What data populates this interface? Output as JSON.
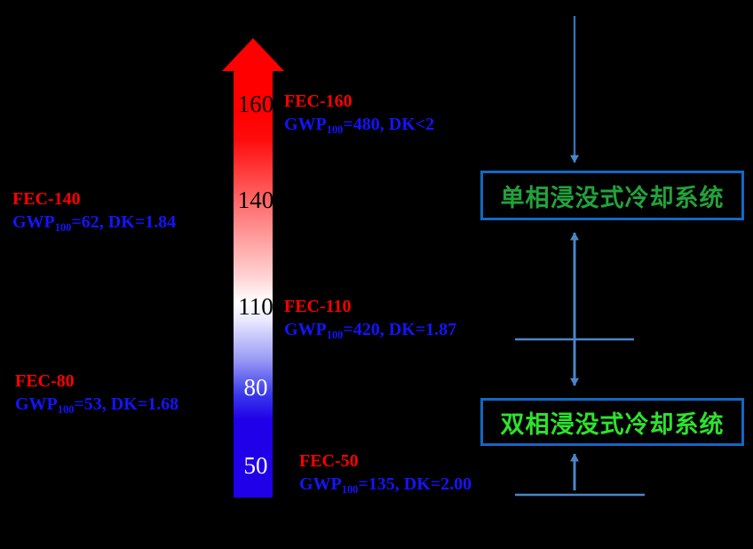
{
  "colorbar": {
    "orientation": "up-arrow",
    "top_color": "#FF0000",
    "mid_color": "#FFFFFF",
    "bottom_color": "#2000E8",
    "ticks": [
      {
        "value": "160",
        "tone": "dark"
      },
      {
        "value": "140",
        "tone": "dark"
      },
      {
        "value": "110",
        "tone": "dark"
      },
      {
        "value": "80",
        "tone": "light"
      },
      {
        "value": "50",
        "tone": "light"
      }
    ]
  },
  "annotations": [
    {
      "name": "fec-160",
      "title": "FEC-160",
      "detail_prefix": "GWP",
      "detail_sub": "100",
      "detail_suffix": "=480, DK<2"
    },
    {
      "name": "fec-140",
      "title": "FEC-140",
      "detail_prefix": "GWP",
      "detail_sub": "100",
      "detail_suffix": "=62, DK=1.84"
    },
    {
      "name": "fec-110",
      "title": "FEC-110",
      "detail_prefix": "GWP",
      "detail_sub": "100",
      "detail_suffix": "=420, DK=1.87"
    },
    {
      "name": "fec-80",
      "title": "FEC-80",
      "detail_prefix": "GWP",
      "detail_sub": "100",
      "detail_suffix": "=53, DK=1.68"
    },
    {
      "name": "fec-50",
      "title": "FEC-50",
      "detail_prefix": "GWP",
      "detail_sub": "100",
      "detail_suffix": "=135, DK=2.00"
    }
  ],
  "systems": {
    "single_phase": {
      "label": "单相浸没式冷却系统"
    },
    "two_phase": {
      "label": "双相浸没式冷却系统"
    }
  },
  "colors": {
    "red": "#FF0000",
    "blue_text": "#1414FF",
    "green_text": "#2DE32D",
    "box_border": "#1268C3",
    "arrow_blue": "#4A86C8",
    "background": "#000000"
  }
}
